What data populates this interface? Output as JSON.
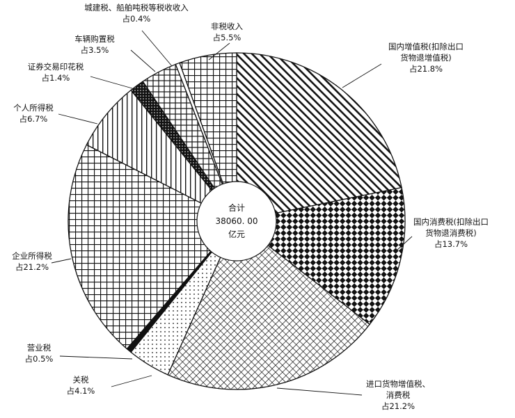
{
  "chart_data": {
    "type": "pie",
    "center": {
      "line1": "合计",
      "line2": "38060. 00",
      "line3": "亿元"
    },
    "slices": [
      {
        "name_lines": [
          "国内增值税(扣除出口",
          "货物退增值税)"
        ],
        "value": 21.8,
        "value_label": "占21.8%",
        "pattern": "diag"
      },
      {
        "name_lines": [
          "国内消费税(扣除出口",
          "货物退消费税)"
        ],
        "value": 13.7,
        "value_label": "占13.7%",
        "pattern": "checker"
      },
      {
        "name_lines": [
          "进口货物增值税、",
          "消费税"
        ],
        "value": 21.2,
        "value_label": "占21.2%",
        "pattern": "crossdiag"
      },
      {
        "name_lines": [
          "关税"
        ],
        "value": 4.1,
        "value_label": "占4.1%",
        "pattern": "dots"
      },
      {
        "name_lines": [
          "营业税"
        ],
        "value": 0.5,
        "value_label": "占0.5%",
        "pattern": "solid"
      },
      {
        "name_lines": [
          "企业所得税"
        ],
        "value": 21.2,
        "value_label": "占21.2%",
        "pattern": "grid"
      },
      {
        "name_lines": [
          "个人所得税"
        ],
        "value": 6.7,
        "value_label": "占6.7%",
        "pattern": "vlines"
      },
      {
        "name_lines": [
          "证券交易印花税"
        ],
        "value": 1.4,
        "value_label": "占1.4%",
        "pattern": "darkdots"
      },
      {
        "name_lines": [
          "车辆购置税"
        ],
        "value": 3.5,
        "value_label": "占3.5%",
        "pattern": "finegrid"
      },
      {
        "name_lines": [
          "城建税、船舶吨税等税收收入"
        ],
        "value": 0.4,
        "value_label": "占0.4%",
        "pattern": "white"
      },
      {
        "name_lines": [
          "非税收入"
        ],
        "value": 5.5,
        "value_label": "占5.5%",
        "pattern": "grid"
      }
    ],
    "colors": {
      "ink": "#111111",
      "background": "#ffffff"
    }
  }
}
